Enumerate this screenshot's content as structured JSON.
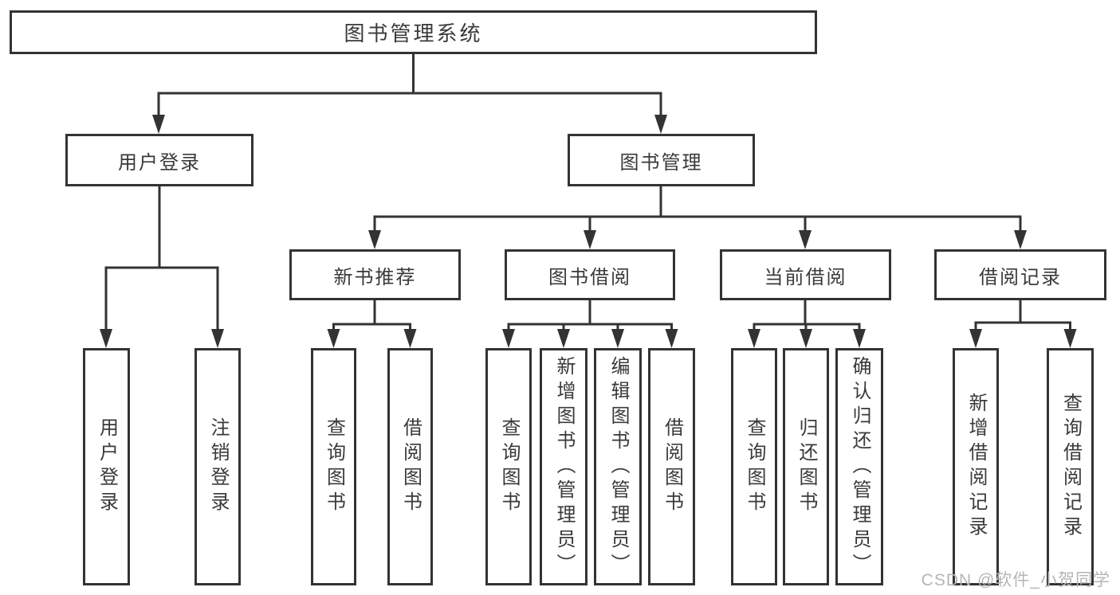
{
  "diagram": {
    "root": {
      "label": "图书管理系统",
      "children": [
        {
          "label": "用户登录",
          "children": [
            {
              "label": "用户登录"
            },
            {
              "label": "注销登录"
            }
          ]
        },
        {
          "label": "图书管理",
          "children": [
            {
              "label": "新书推荐",
              "children": [
                {
                  "label": "查询图书"
                },
                {
                  "label": "借阅图书"
                }
              ]
            },
            {
              "label": "图书借阅",
              "children": [
                {
                  "label": "查询图书"
                },
                {
                  "label": "新增图书（管理员）"
                },
                {
                  "label": "编辑图书（管理员）"
                },
                {
                  "label": "借阅图书"
                }
              ]
            },
            {
              "label": "当前借阅",
              "children": [
                {
                  "label": "查询图书"
                },
                {
                  "label": "归还图书"
                },
                {
                  "label": "确认归还（管理员）"
                }
              ]
            },
            {
              "label": "借阅记录",
              "children": [
                {
                  "label": "新增借阅记录"
                },
                {
                  "label": "查询借阅记录"
                }
              ]
            }
          ]
        }
      ]
    }
  },
  "watermark": "CSDN @软件_小贺同学",
  "colors": {
    "line": "#333333",
    "border": "#333333",
    "text": "#3a3a3a",
    "watermark": "#b5b5b5",
    "background": "#ffffff"
  }
}
